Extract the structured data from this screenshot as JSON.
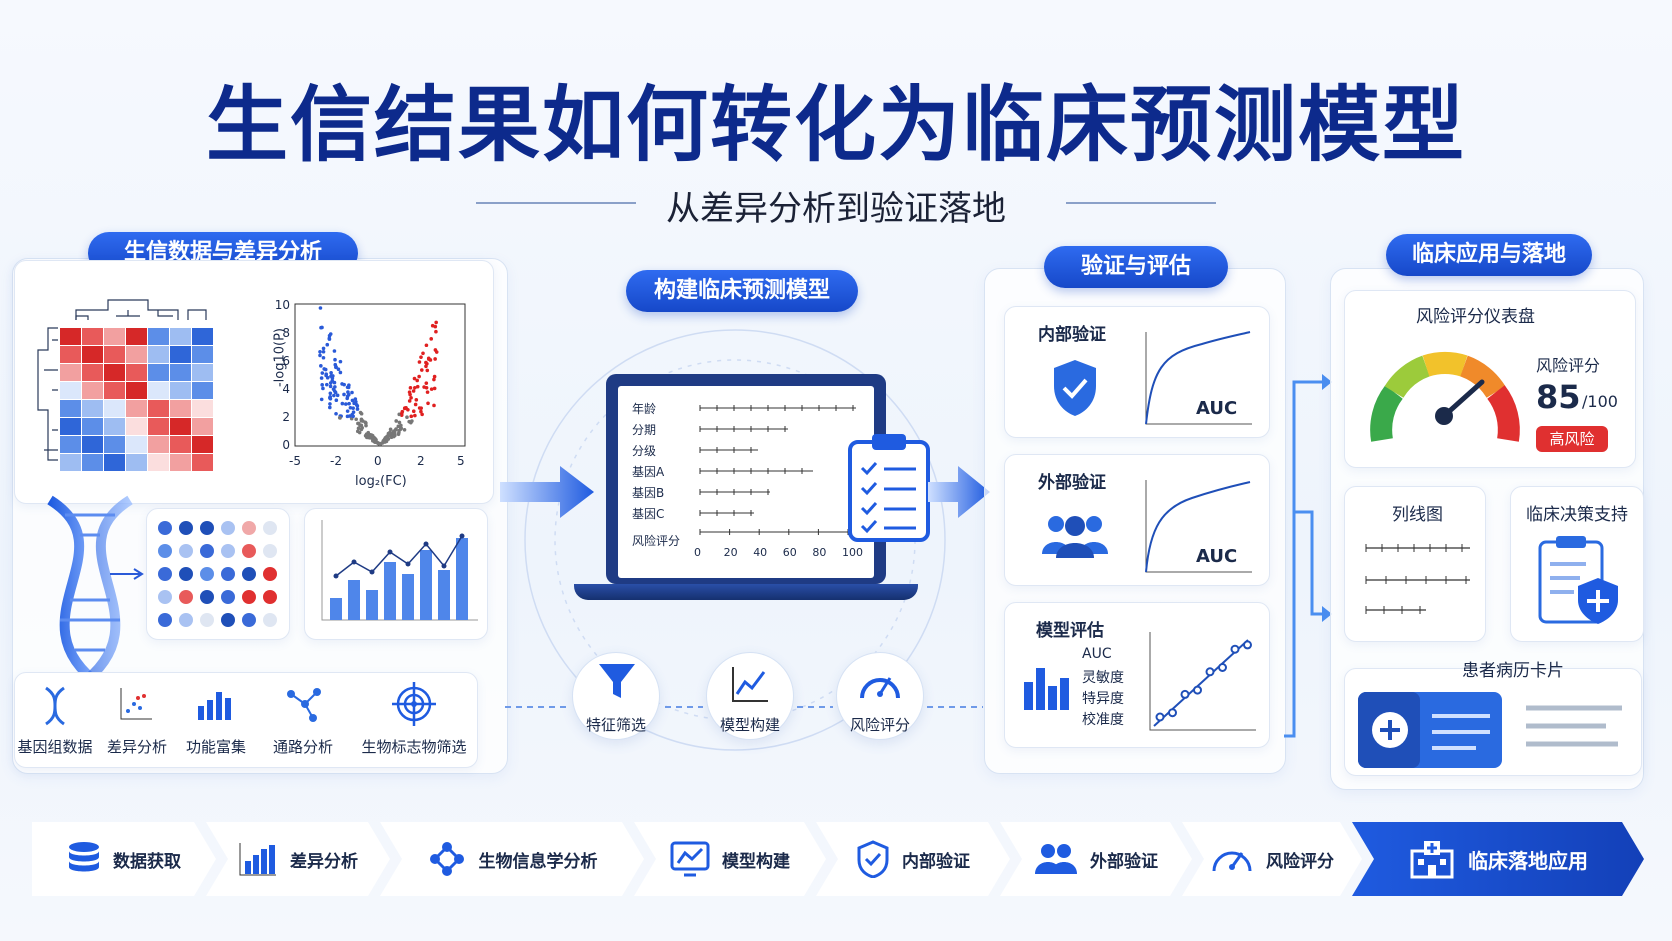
{
  "title": "生信结果如何转化为临床预测模型",
  "subtitle": "从差异分析到验证落地",
  "sections": {
    "bio": {
      "title": "生信数据与差异分析",
      "volcano": {
        "ylabel": "-log10(P)",
        "xlabel": "log₂(FC)",
        "yticks": [
          "10",
          "8",
          "6",
          "4",
          "2",
          "0"
        ],
        "xticks": [
          "-5",
          "-2",
          "0",
          "2",
          "5"
        ]
      },
      "tools": [
        "基因组数据",
        "差异分析",
        "功能富集",
        "通路分析",
        "生物标志物筛选"
      ]
    },
    "model": {
      "title": "构建临床预测模型",
      "nomogram_rows": [
        "年龄",
        "分期",
        "分级",
        "基因A",
        "基因B",
        "基因C",
        "风险评分"
      ],
      "nomogram_ticks": [
        "0",
        "20",
        "40",
        "60",
        "80",
        "100"
      ],
      "steps": [
        "特征筛选",
        "模型构建",
        "风险评分"
      ]
    },
    "validation": {
      "title": "验证与评估",
      "internal": {
        "title": "内部验证",
        "auc": "AUC"
      },
      "external": {
        "title": "外部验证",
        "auc": "AUC"
      },
      "eval": {
        "title": "模型评估",
        "metrics": [
          "AUC",
          "灵敏度",
          "特异度",
          "校准度"
        ]
      }
    },
    "clinic": {
      "title": "临床应用与落地",
      "dashboard": {
        "title": "风险评分仪表盘",
        "label": "风险评分",
        "score": "85",
        "max": "/100",
        "risk": "高风险"
      },
      "nomogram": "列线图",
      "decision": "临床决策支持",
      "record": "患者病历卡片"
    }
  },
  "pipeline": [
    "数据获取",
    "差异分析",
    "生物信息学分析",
    "模型构建",
    "内部验证",
    "外部验证",
    "风险评分",
    "临床落地应用"
  ],
  "colors": {
    "primary": "#1a4fd0",
    "title": "#0d2a8c",
    "red": "#e03030",
    "green": "#3aa94a"
  }
}
